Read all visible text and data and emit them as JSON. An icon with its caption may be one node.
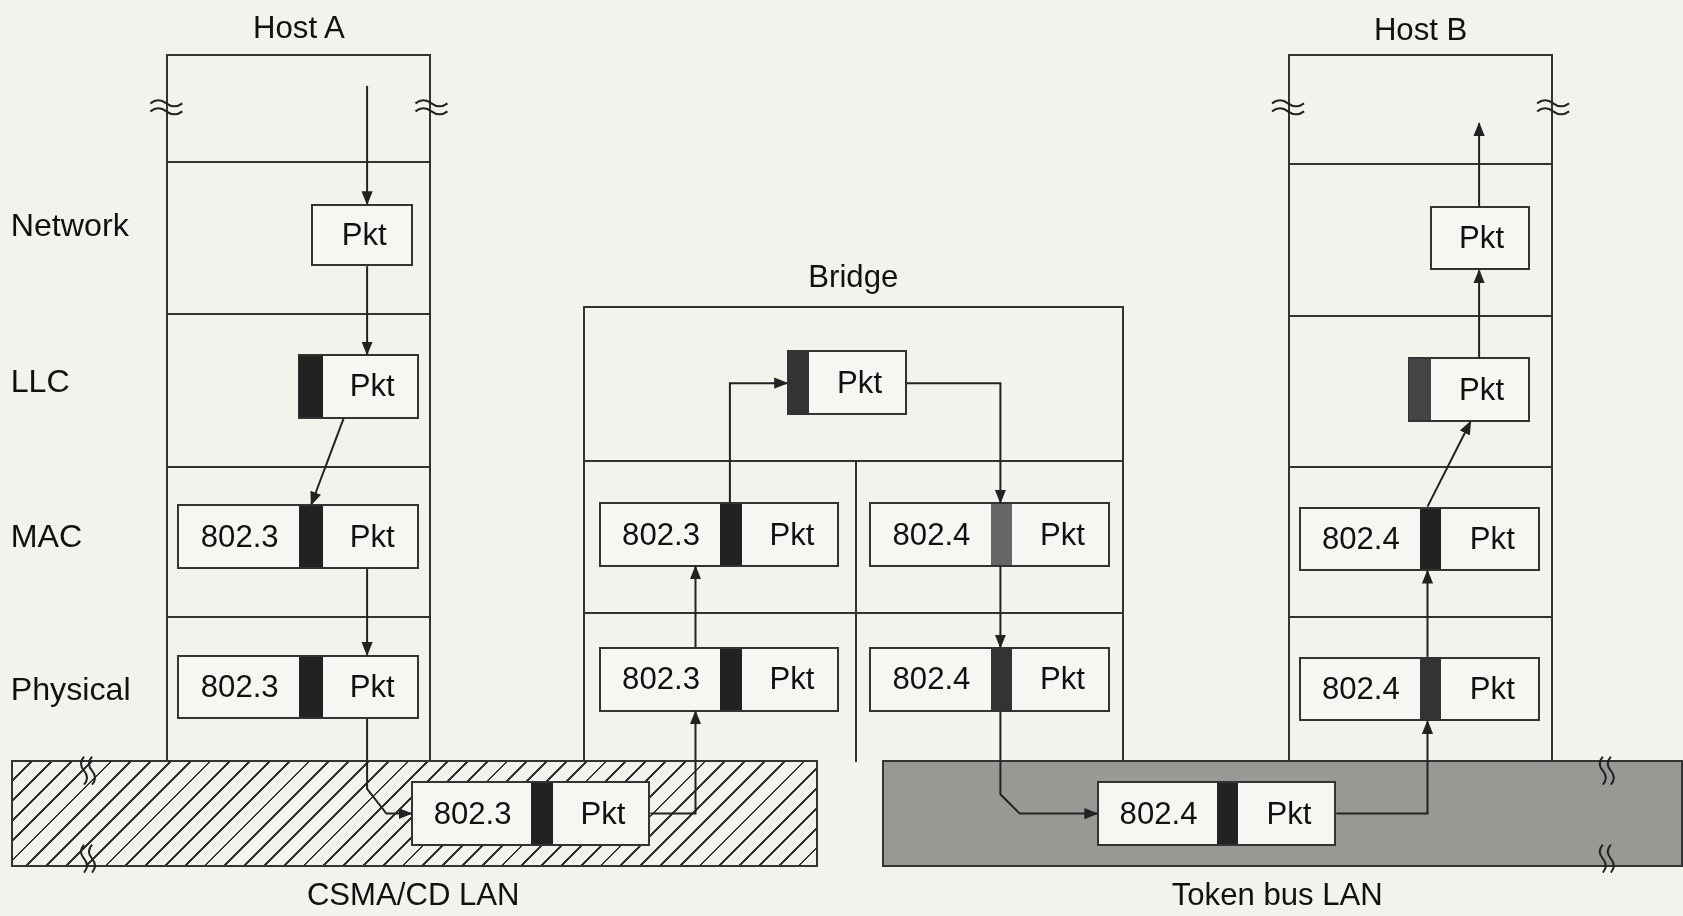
{
  "diagram": {
    "nodes": [
      {
        "text": [
          "Host A"
        ]
      },
      {
        "text": [
          "Pkt"
        ],
        "in": 0
      },
      {
        "text": [
          "Pkt"
        ],
        "in": 0
      },
      {
        "text": [
          "802.3",
          "Pkt"
        ],
        "in": 0
      },
      {
        "text": [
          "802.3",
          "Pkt"
        ],
        "in": 0
      },
      {
        "text": [
          "Bridge"
        ]
      },
      {
        "text": [
          "Pkt"
        ],
        "in": 5
      },
      {
        "text": [
          "802.3",
          "Pkt"
        ],
        "in": 5
      },
      {
        "text": [
          "802.4",
          "Pkt"
        ],
        "in": 5
      },
      {
        "text": [
          "802.3",
          "Pkt"
        ],
        "in": 5
      },
      {
        "text": [
          "802.4",
          "Pkt"
        ],
        "in": 5
      },
      {
        "text": [
          "Host B"
        ]
      },
      {
        "text": [
          "Pkt"
        ],
        "in": 11
      },
      {
        "text": [
          "Pkt"
        ],
        "in": 11
      },
      {
        "text": [
          "802.4",
          "Pkt"
        ],
        "in": 11
      },
      {
        "text": [
          "802.4",
          "Pkt"
        ],
        "in": 11
      },
      {
        "text": [
          "CSMA/CD LAN"
        ]
      },
      {
        "text": [
          "802.3",
          "Pkt"
        ],
        "in": 16
      },
      {
        "text": [
          "Token bus LAN"
        ]
      },
      {
        "text": [
          "802.4",
          "Pkt"
        ],
        "in": 18
      }
    ],
    "edges": [
      {
        "from": null,
        "to": 1,
        "arrow": "to"
      },
      {
        "from": 1,
        "to": 2,
        "arrow": "to"
      },
      {
        "from": 2,
        "to": 3,
        "arrow": "to"
      },
      {
        "from": 3,
        "to": 4,
        "arrow": "to"
      },
      {
        "from": 4,
        "to": 17,
        "arrow": "to"
      },
      {
        "from": 17,
        "to": 9,
        "arrow": "to"
      },
      {
        "from": 9,
        "to": 7,
        "arrow": "to"
      },
      {
        "from": 7,
        "to": 6,
        "arrow": "to"
      },
      {
        "from": 6,
        "to": 8,
        "arrow": "to"
      },
      {
        "from": 8,
        "to": 10,
        "arrow": "to"
      },
      {
        "from": 10,
        "to": 19,
        "arrow": "to"
      },
      {
        "from": 19,
        "to": 15,
        "arrow": "to"
      },
      {
        "from": 15,
        "to": 14,
        "arrow": "to"
      },
      {
        "from": 14,
        "to": 13,
        "arrow": "to"
      },
      {
        "from": 13,
        "to": 12,
        "arrow": "to"
      },
      {
        "from": 12,
        "to": null,
        "arrow": "to"
      }
    ],
    "labels": [
      "Network",
      "LLC",
      "MAC",
      "Physical"
    ]
  }
}
